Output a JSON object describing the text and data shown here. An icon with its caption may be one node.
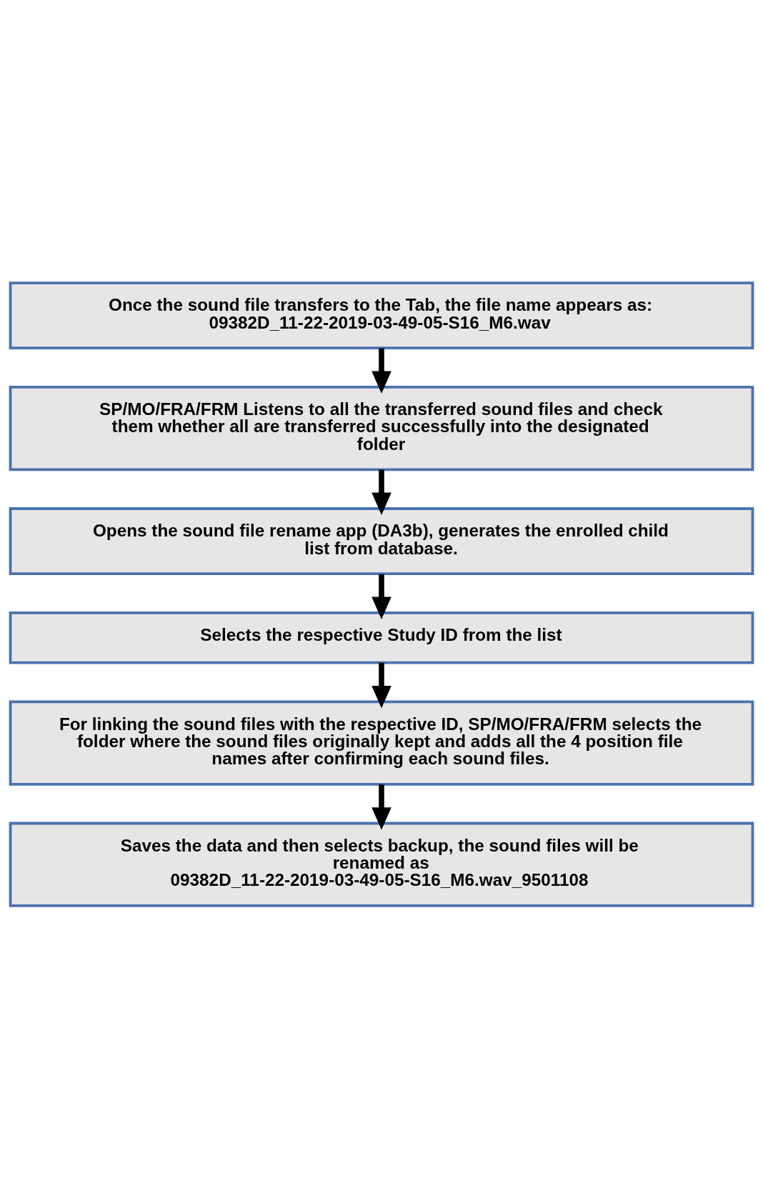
{
  "diagram": {
    "nodes": [
      {
        "text": [
          "Once the sound file transfers to the Tab, the file name appears as:",
          "09382D_11-22-2019-03-49-05-S16_M6.wav"
        ]
      },
      {
        "text": [
          "SP/MO/FRA/FRM Listens to all the transferred sound files and check them whether all are transferred successfully into the designated folder"
        ]
      },
      {
        "text": [
          "Opens the sound file rename app (DA3b), generates the enrolled child list from database."
        ]
      },
      {
        "text": [
          "Selects the respective Study ID from the list"
        ]
      },
      {
        "text": [
          "For linking the sound files with the respective ID, SP/MO/FRA/FRM selects the folder where the sound files originally kept and adds all the 4 position file names after confirming each sound files."
        ]
      },
      {
        "text": [
          "Saves the data and then selects backup, the sound files will be renamed as",
          "09382D_11-22-2019-03-49-05-S16_M6.wav_9501108"
        ]
      }
    ],
    "edges": [
      {
        "from": 0,
        "to": 1,
        "arrow": "to"
      },
      {
        "from": 1,
        "to": 2,
        "arrow": "to"
      },
      {
        "from": 2,
        "to": 3,
        "arrow": "to"
      },
      {
        "from": 3,
        "to": 4,
        "arrow": "to"
      },
      {
        "from": 4,
        "to": 5,
        "arrow": "to"
      }
    ]
  }
}
